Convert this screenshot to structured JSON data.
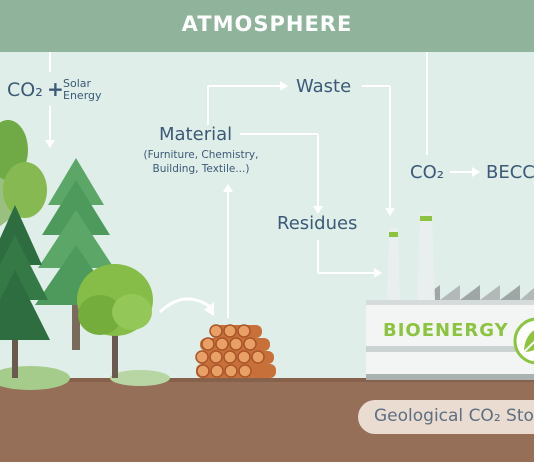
{
  "header": {
    "title": "ATMOSPHERE"
  },
  "labels": {
    "co2_left": "CO₂",
    "plus": "+",
    "solar_line1": "Solar",
    "solar_line2": "Energy",
    "waste": "Waste",
    "material": "Material",
    "material_sub_line1": "(Furniture, Chemistry,",
    "material_sub_line2": "Building, Textile...)",
    "residues": "Residues",
    "co2_right": "CO₂",
    "becc": "BECC",
    "bioenergy": "BIOENERGY",
    "geological": "Geological CO₂ Sto"
  },
  "colors": {
    "banner": "#8fb49b",
    "background": "#dfeee8",
    "ground": "#956f58",
    "label_text": "#3c5a77",
    "bioenergy_green": "#8cc43f",
    "arrow": "#ffffff"
  },
  "icons": [
    "tree-icon",
    "log-pile-icon",
    "factory-icon",
    "leaf-icon"
  ]
}
